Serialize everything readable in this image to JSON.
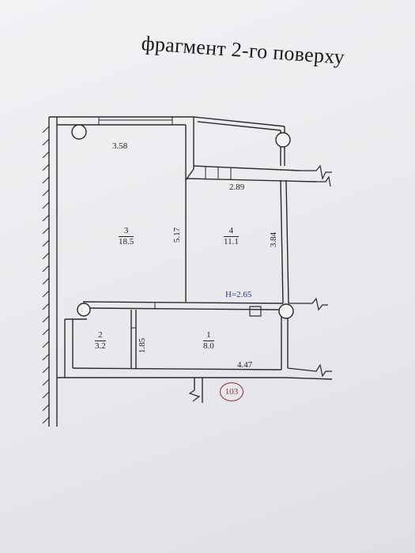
{
  "title": "фрагмент 2-го поверху",
  "dimensions": {
    "top_width_room3": "3.58",
    "room3_height": "5.17",
    "room4_width": "2.89",
    "room4_height": "3.84",
    "ceiling_height": "H=2.65",
    "room2_height": "1.85",
    "bottom_width": "4.47"
  },
  "rooms": [
    {
      "number": "3",
      "area": "18.5"
    },
    {
      "number": "4",
      "area": "11.1"
    },
    {
      "number": "2",
      "area": "3.2"
    },
    {
      "number": "1",
      "area": "8.0"
    }
  ],
  "stamp": "103",
  "colors": {
    "ink": "#2a2a2a",
    "stamp": "#8a2f3a"
  }
}
